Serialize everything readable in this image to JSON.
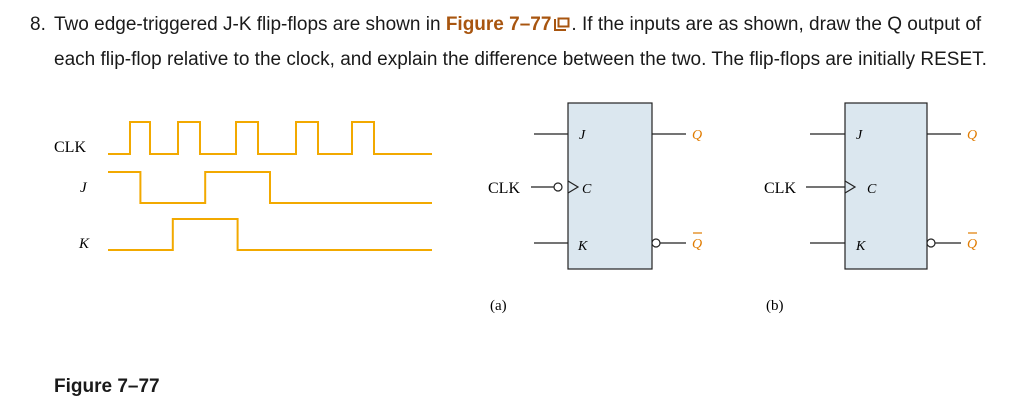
{
  "question": {
    "number": "8.",
    "text_before": "Two edge-triggered J-K flip-flops are shown in ",
    "figure_link": "Figure 7–77",
    "text_after": ". If the inputs are as shown, draw the Q output of each flip-flop relative to the clock, and explain the difference between the two. The flip-flops are initially RESET."
  },
  "figure": {
    "caption": "Figure 7–77",
    "timing": {
      "signal_color": "#f2a900",
      "labels": {
        "clk": "CLK",
        "j": "J",
        "k": "K"
      },
      "clk": [
        0,
        1,
        0,
        1,
        0,
        1,
        0,
        1,
        0,
        1,
        0
      ],
      "j": [
        1,
        0,
        0,
        1,
        1,
        0,
        0,
        0,
        0,
        0
      ],
      "k": [
        0,
        0,
        1,
        1,
        0,
        0,
        0,
        0,
        0,
        0
      ]
    },
    "flipflop_a": {
      "sublabel": "(a)",
      "clk_label": "CLK",
      "j_label": "J",
      "c_label": "C",
      "k_label": "K",
      "q_label": "Q",
      "qbar_label": "Q",
      "clock_inverted": true
    },
    "flipflop_b": {
      "sublabel": "(b)",
      "clk_label": "CLK",
      "j_label": "J",
      "c_label": "C",
      "k_label": "K",
      "q_label": "Q",
      "qbar_label": "Q",
      "clock_inverted": false
    },
    "box_fill": "#dbe7ef"
  }
}
